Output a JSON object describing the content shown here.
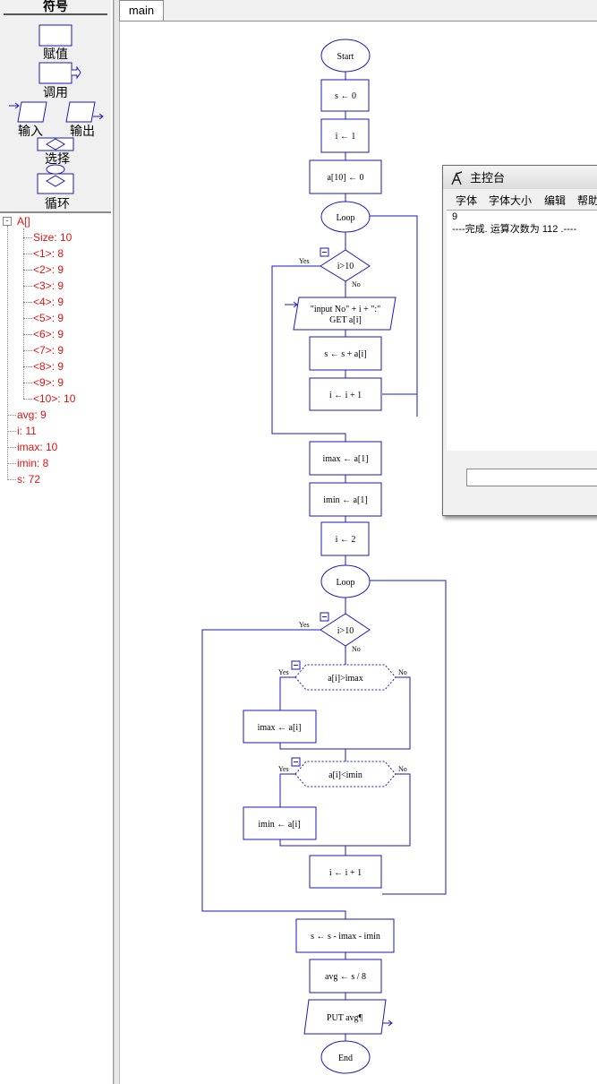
{
  "palette": {
    "title": "符号",
    "assign": "赋值",
    "call": "调用",
    "input": "输入",
    "output": "输出",
    "select": "选择",
    "loop": "循环"
  },
  "tree": {
    "root": "A[]",
    "root_toggle": "-",
    "items": [
      "Size: 10",
      "<1>: 8",
      "<2>: 9",
      "<3>: 9",
      "<4>: 9",
      "<5>: 9",
      "<6>: 9",
      "<7>: 9",
      "<8>: 9",
      "<9>: 9",
      "<10>: 10"
    ],
    "vars": [
      "avg: 9",
      "i: 11",
      "imax: 10",
      "imin: 8",
      "s: 72"
    ]
  },
  "tabs": {
    "main": "main"
  },
  "flow": {
    "start": "Start",
    "s_init": "s ← 0",
    "i_init": "i ← 1",
    "arr": "a[10] ← 0",
    "loop1": "Loop",
    "cond1": "i>10",
    "yes": "Yes",
    "no": "No",
    "input_line1": "\"input No\" + i + \":\"",
    "input_line2": "GET a[i]",
    "sum": "s ← s + a[i]",
    "inc1": "i ← i + 1",
    "imax_init": "imax ← a[1]",
    "imin_init": "imin ← a[1]",
    "i_two": "i ← 2",
    "loop2": "Loop",
    "cond2": "i>10",
    "cond_max": "a[i]>imax",
    "set_max": "imax ← a[i]",
    "cond_min": "a[i]<imin",
    "set_min": "imin ← a[i]",
    "inc2": "i ← i + 1",
    "s_calc": "s ← s - imax - imin",
    "avg_calc": "avg ← s / 8",
    "put": "PUT avg¶",
    "end": "End"
  },
  "console": {
    "title": "主控台",
    "menu": [
      "字体",
      "字体大小",
      "编辑",
      "帮助"
    ],
    "lines": [
      "9",
      "----完成. 运算次数为  112 .----"
    ]
  },
  "colors": {
    "flow_stroke": "#1a1ab8",
    "tree_text": "#e01010"
  }
}
